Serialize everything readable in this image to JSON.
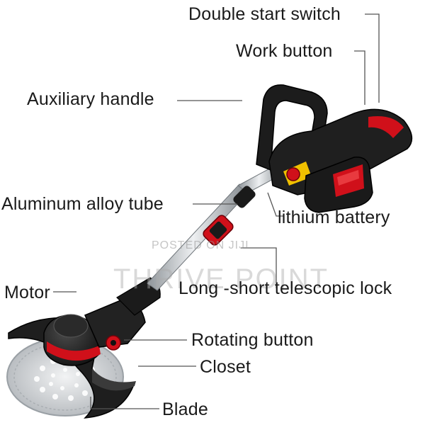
{
  "labels": {
    "double_start_switch": "Double start switch",
    "work_button": "Work button",
    "auxiliary_handle": "Auxiliary handle",
    "aluminum_tube": "Aluminum alloy tube",
    "lithium_battery": "lithium battery",
    "telescopic_lock": "Long -short telescopic lock",
    "motor": "Motor",
    "rotating_button": "Rotating button",
    "closet": "Closet",
    "blade": "Blade"
  },
  "watermark": {
    "posted": "POSTED ON JIJI",
    "brand": "THRIVE POINT"
  },
  "colors": {
    "body_black": "#1c1c1c",
    "accent_red": "#d0101a",
    "battery_yellow": "#f0c000",
    "tube_silver": "#c8ccd0",
    "blade_steel": "#d7dadd",
    "leader_line": "#555555"
  }
}
